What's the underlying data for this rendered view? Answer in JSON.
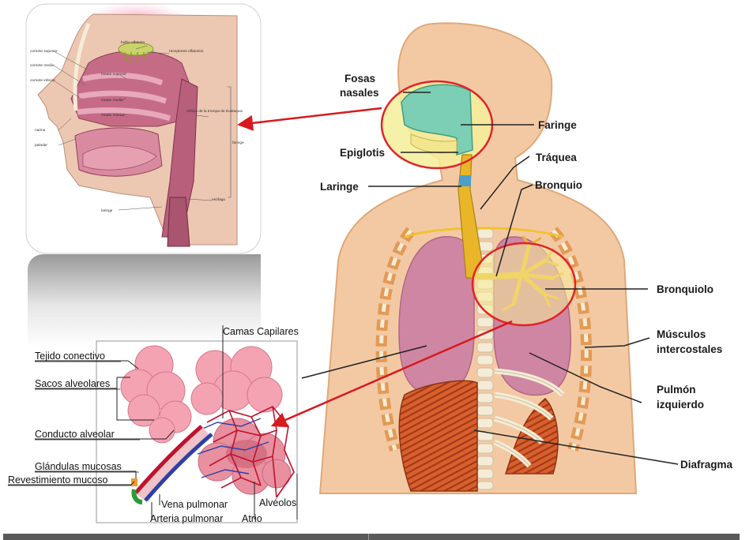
{
  "labels": {
    "fosas_line1": "Fosas",
    "fosas_line2": "nasales",
    "faringe": "Faringe",
    "epiglotis": "Epiglotis",
    "traquea": "Tráquea",
    "laringe": "Laringe",
    "bronquio": "Bronquio",
    "bronquiolo": "Bronquiolo",
    "musculos_line1": "Músculos",
    "musculos_line2": "intercostales",
    "pulmon_line1": "Pulmón",
    "pulmon_line2": "izquierdo",
    "diafragma": "Diafragma"
  },
  "alveoli_labels": {
    "camas_capilares": "Camas Capilares",
    "tejido_conectivo": "Tejido conectivo",
    "sacos_alveolares": "Sacos alveolares",
    "conducto_alveolar": "Conducto alveolar",
    "glandulas_mucosas": "Glándulas mucosas",
    "revestimiento_mucoso": "Revestimiento mucoso",
    "vena_pulmonar": "Vena pulmonar",
    "arteria_pulmonar": "Arteria pulmonar",
    "alveolos": "Alvéolos",
    "atrio": "Atrio"
  },
  "nasal_labels": {
    "cornete_superior": "cornete superior",
    "cornete_medio": "cornete medio",
    "cornete_inferior": "cornete inferior",
    "bulbo_olfatorio": "bulbo olfatorio",
    "receptores_olfatorios": "receptores olfatorios",
    "meato_superior": "meato superior",
    "meato_medio": "meato medio",
    "meato_inferior": "meato inferior",
    "orificio_trompa": "orificio de la trompa de Eustaquio",
    "narina": "narina",
    "paladar": "paladar",
    "faringe": "faringe",
    "esofago": "esófago",
    "laringe": "laringe"
  },
  "colors": {
    "skin": "#f3c9a4",
    "lung": "#cf86a3",
    "highlight": "#f5ee9a",
    "circle": "#e0232b",
    "arrow": "#d71920",
    "muscle": "#d8602e",
    "bone": "#f4ecd6"
  }
}
